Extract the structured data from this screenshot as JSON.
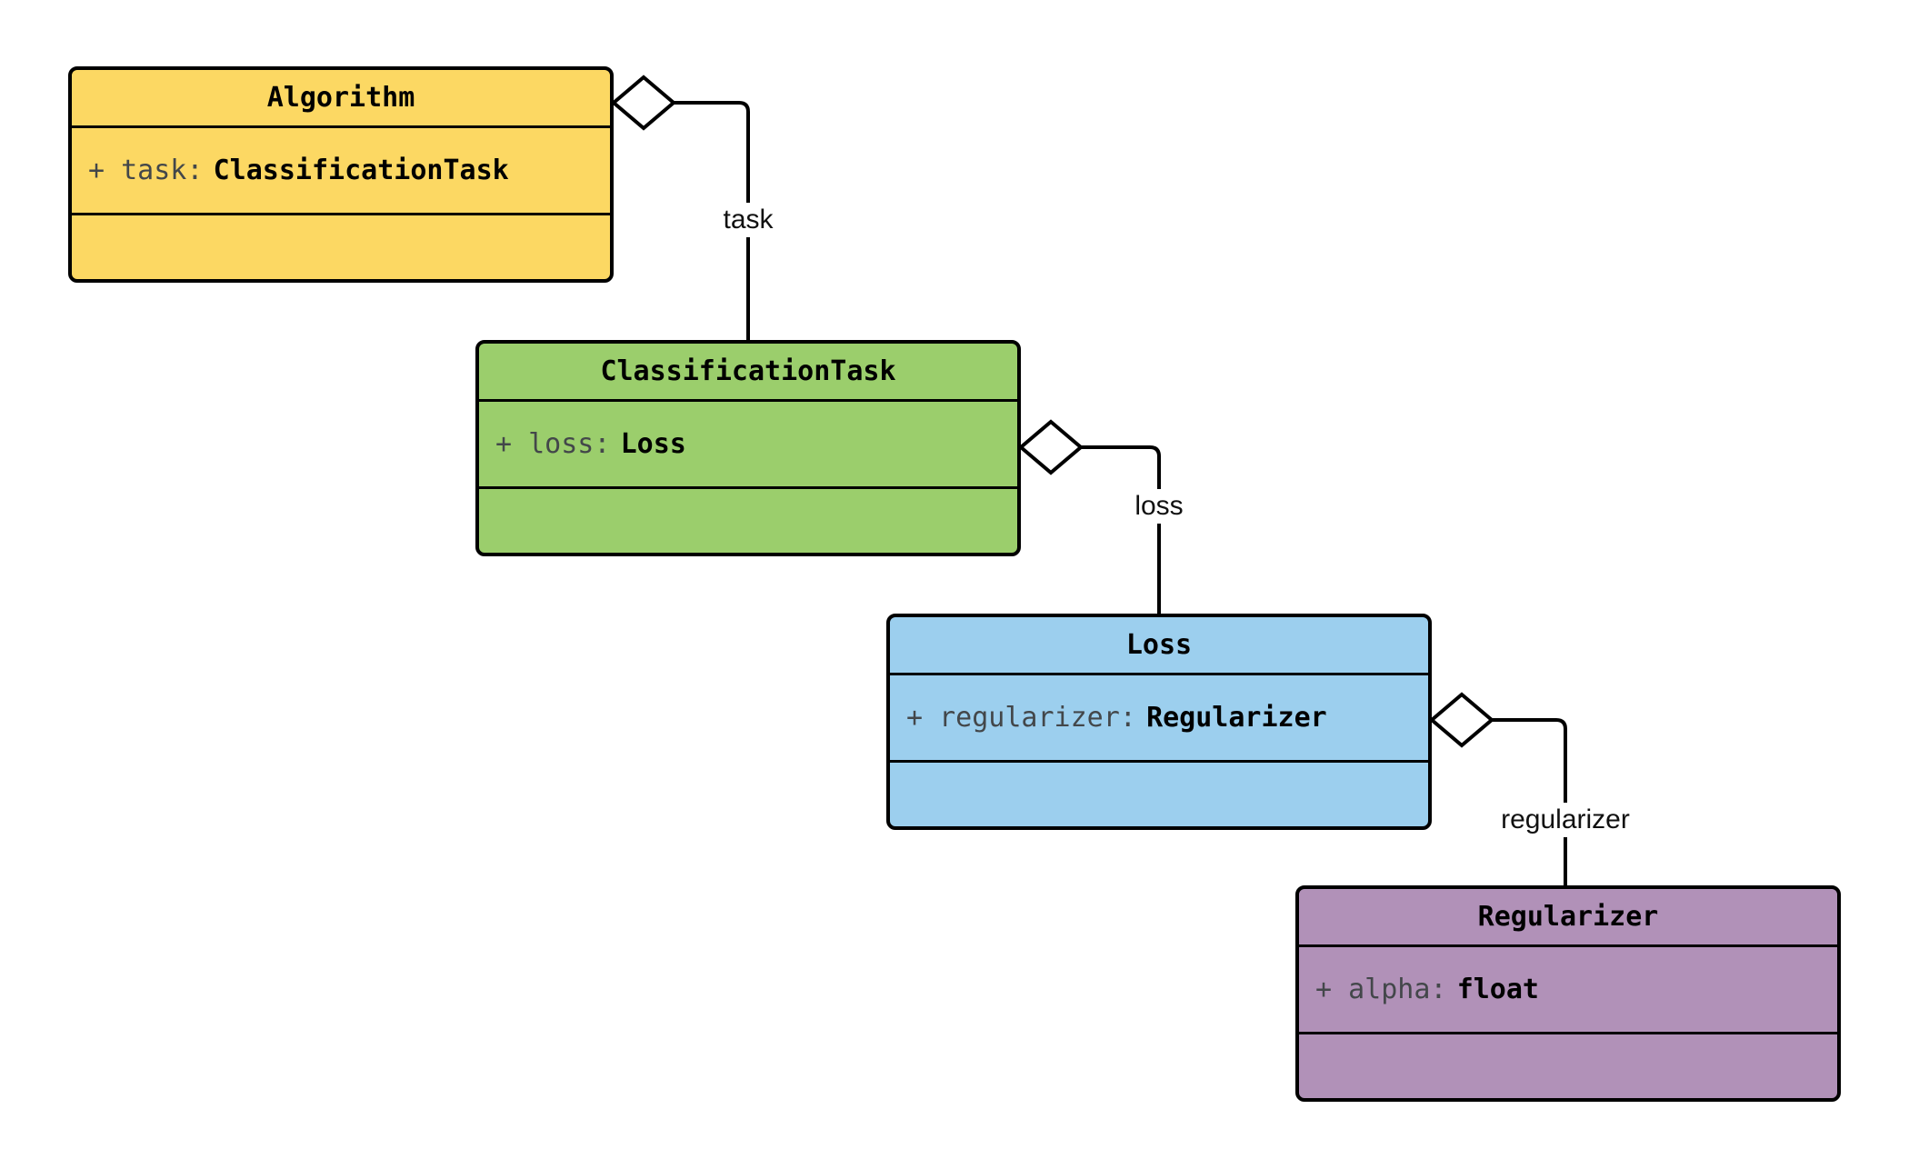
{
  "diagram": {
    "type": "uml-class-diagram",
    "background_color": "#ffffff",
    "border_color": "#000000"
  },
  "classes": [
    {
      "name": "Algorithm",
      "color": "#FCD863",
      "attribute": {
        "prefix": "+ task:",
        "type": "ClassificationTask"
      }
    },
    {
      "name": "ClassificationTask",
      "color": "#9BCE6C",
      "attribute": {
        "prefix": "+ loss:",
        "type": "Loss"
      }
    },
    {
      "name": "Loss",
      "color": "#9CCFEE",
      "attribute": {
        "prefix": "+ regularizer:",
        "type": "Regularizer"
      }
    },
    {
      "name": "Regularizer",
      "color": "#B191B8",
      "attribute": {
        "prefix": "+ alpha:",
        "type": "float"
      }
    }
  ],
  "edges": [
    {
      "label": "task",
      "from": "Algorithm",
      "to": "ClassificationTask",
      "kind": "aggregation"
    },
    {
      "label": "loss",
      "from": "ClassificationTask",
      "to": "Loss",
      "kind": "aggregation"
    },
    {
      "label": "regularizer",
      "from": "Loss",
      "to": "Regularizer",
      "kind": "aggregation"
    }
  ]
}
